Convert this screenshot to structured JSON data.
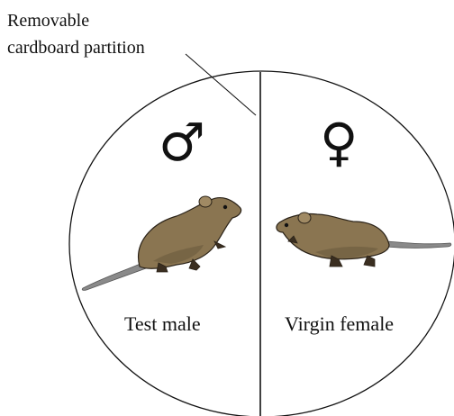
{
  "callout": {
    "line1": "Removable",
    "line2": "cardboard partition"
  },
  "left_side": {
    "symbol": "♂",
    "label": "Test male"
  },
  "right_side": {
    "symbol": "♀",
    "label": "Virgin female"
  },
  "colors": {
    "outline": "#111111",
    "rat_fur": "#8a7551",
    "rat_shadow": "#6b5a3d",
    "rat_outline": "#2a2218",
    "tail": "#8a8a8a"
  }
}
